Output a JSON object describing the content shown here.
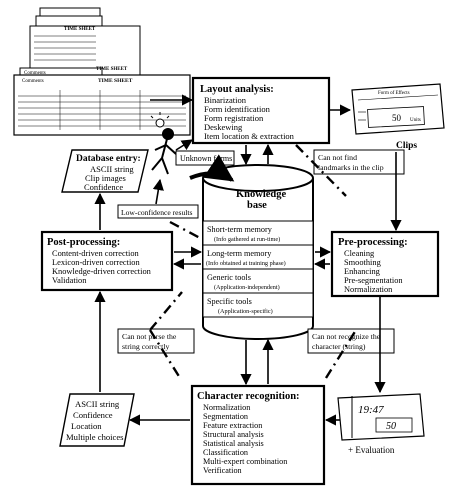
{
  "layout_analysis": {
    "title": "Layout analysis:",
    "items": [
      "Binarization",
      "Form identification",
      "Form registration",
      "Deskewing",
      "Item location & extraction"
    ]
  },
  "pre_processing": {
    "title": "Pre-processing:",
    "items": [
      "Cleaning",
      "Smoothing",
      "Enhancing",
      "Pre-segmentation",
      "Normalization"
    ]
  },
  "post_processing": {
    "title": "Post-processing:",
    "items": [
      "Content-driven correction",
      "Lexicon-driven correction",
      "Knowledge-driven correction",
      "Validation"
    ]
  },
  "character_recognition": {
    "title": "Character recognition:",
    "items": [
      "Normalization",
      "Segmentation",
      "Feature extraction",
      "Structural analysis",
      "Statistical analysis",
      "Classification",
      "Multi-expert combination",
      "Verification"
    ]
  },
  "database_entry": {
    "title": "Database entry:",
    "items": [
      "ASCII string",
      "Clip images",
      "Confidence"
    ]
  },
  "output_box": {
    "items": [
      "ASCII string",
      "Confidence",
      "Location",
      "Multiple choices"
    ]
  },
  "knowledge_base": {
    "title": [
      "Knowledge",
      "base"
    ],
    "sections": [
      {
        "name": "Short-term memory",
        "note": "(Info gathered at run-time)"
      },
      {
        "name": "Long-term memory",
        "note": "(Info obtained at training phase)"
      },
      {
        "name": "Generic tools",
        "note": "(Application-independent)"
      },
      {
        "name": "Specific tools",
        "note": "(Application-specific)"
      }
    ]
  },
  "labels": {
    "unknown_forms": "Unknown forms",
    "low_confidence": "Low-confidence results",
    "cannot_find": "Can not find landmarks in the clip",
    "cannot_parse": "Can not parse the string correctly",
    "cannot_recognize": "Can not recognize the character (string)",
    "clips": "Clips",
    "evaluation": "+ Evaluation"
  },
  "form_images": {
    "time_sheet": "TIME SHEET",
    "corner_label": "Comments",
    "clip_header": "Form of Effects",
    "clip_value": "50",
    "clip_unit": "Units",
    "handwriting_top": "19:47",
    "handwriting_bottom": "50"
  }
}
